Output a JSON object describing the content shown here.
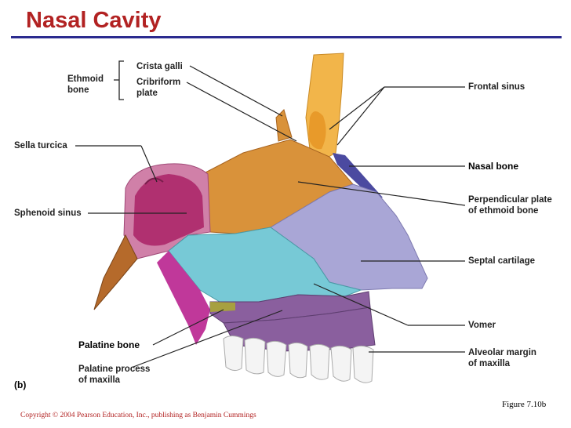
{
  "slide": {
    "title": "Nasal Cavity",
    "panel_label": "(b)",
    "figure_ref": "Figure 7.10b",
    "copyright": "Copyright © 2004 Pearson Education, Inc., publishing as Benjamin Cummings"
  },
  "labels": {
    "ethmoid_bone": [
      "Ethmoid",
      "bone"
    ],
    "crista_galli": "Crista galli",
    "cribriform_plate": [
      "Cribriform",
      "plate"
    ],
    "sella_turcica": "Sella turcica",
    "sphenoid_sinus": "Sphenoid sinus",
    "palatine_bone": "Palatine bone",
    "palatine_process": [
      "Palatine process",
      "of maxilla"
    ],
    "frontal_sinus": "Frontal sinus",
    "nasal_bone": "Nasal bone",
    "perpendicular_plate": [
      "Perpendicular plate",
      "of ethmoid bone"
    ],
    "septal_cartilage": "Septal cartilage",
    "vomer": "Vomer",
    "alveolar_margin": [
      "Alveolar margin",
      "of maxilla"
    ]
  },
  "colors": {
    "title": "#b22222",
    "rule": "#2b2b8f",
    "frontal_bone": "#f2b54a",
    "nasal_bone": "#4b4aa0",
    "ethmoid_plate": "#d9923a",
    "sphenoid_body": "#d080a8",
    "sphenoid_sinus": "#b03070",
    "septal_cartilage": "#a9a6d6",
    "vomer": "#77c9d6",
    "palatine": "#c0389a",
    "maxilla": "#8a5f9e",
    "teeth": "#f4f4f4"
  }
}
